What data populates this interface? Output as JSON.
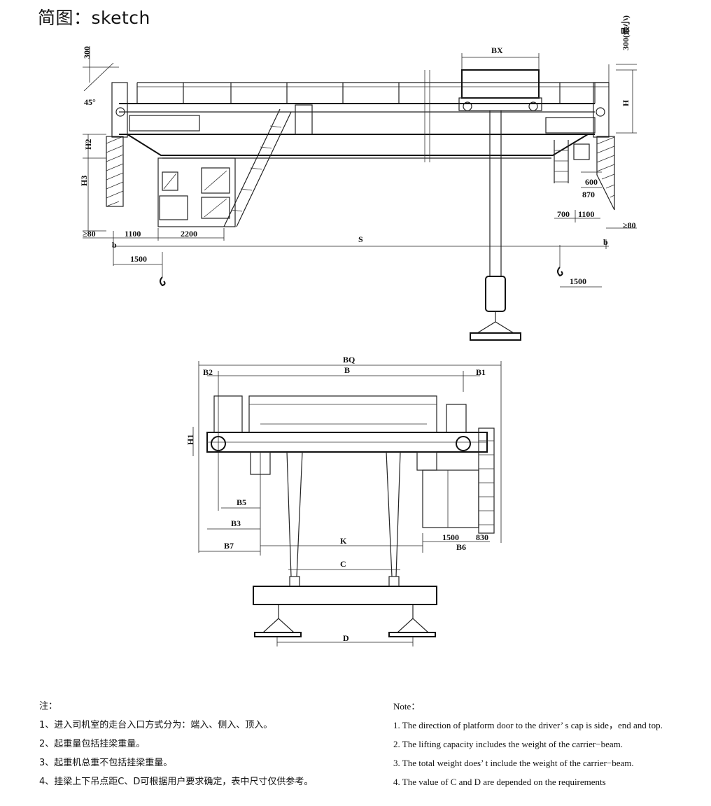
{
  "title": "简图：sketch",
  "top_view": {
    "dims": {
      "d300_left": "300",
      "d45": "45°",
      "h2": "H2",
      "h3": "H3",
      "bx": "BX",
      "d300_right": "300(最小)",
      "h": "H",
      "d600": "600",
      "d870": "870",
      "d700": "700",
      "d1100_right": "1100",
      "ge80_right": "≥80",
      "ge80_left": "≥80",
      "d1100_left": "1100",
      "d2200": "2200",
      "s": "S",
      "b_left": "b",
      "b_right": "b",
      "d1500_left": "1500",
      "d1500_right": "1500"
    }
  },
  "side_view": {
    "dims": {
      "bq": "BQ",
      "b": "B",
      "b2": "B2",
      "b1": "B1",
      "h1": "H1",
      "b5": "B5",
      "b3": "B3",
      "b7": "B7",
      "k": "K",
      "b6": "B6",
      "d1500": "1500",
      "d830": "830",
      "c": "C",
      "d": "D"
    }
  },
  "notes_zh": {
    "heading": "注：",
    "items": [
      "1、进入司机室的走台入口方式分为：端入、侧入、顶入。",
      "2、起重量包括挂梁重量。",
      "3、起重机总重不包括挂梁重量。",
      "4、挂梁上下吊点距C、D可根据用户要求确定，表中尺寸仅供参考。"
    ]
  },
  "notes_en": {
    "heading": "Note：",
    "items": [
      "1.  The direction of platform door to the driver’ s cap is side，end and top.",
      "2.  The lifting capacity includes the weight of the carrier−beam.",
      "3.  The total weight does’ t include the weight of the carrier−beam.",
      "4.  The value of C and D are depended on the requirements"
    ]
  }
}
